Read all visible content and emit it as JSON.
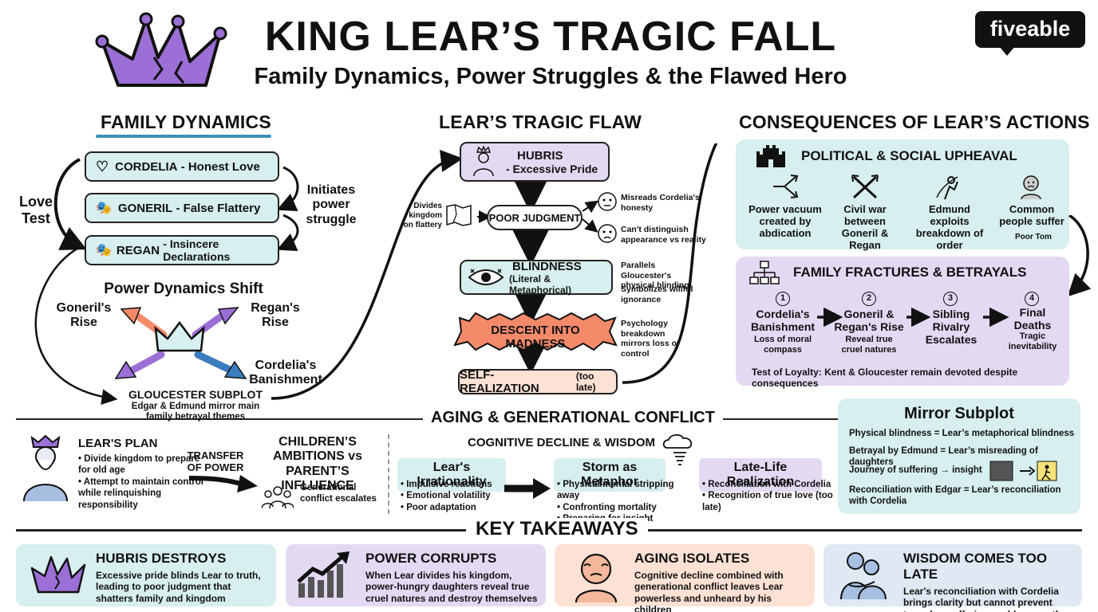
{
  "header": {
    "title": "KING LEAR’S TRAGIC FALL",
    "subtitle": "Family Dynamics, Power Struggles & the Flawed Hero",
    "logo": "fiveable"
  },
  "colors": {
    "teal": "#d7efee",
    "lavender": "#e4d9f3",
    "peach": "#fde1d4",
    "accent_orange": "#f58a6b",
    "accent_purple": "#9b6fd6",
    "accent_blue": "#3a7dbf"
  },
  "family": {
    "title": "FAMILY DYNAMICS",
    "love_test": "Love Test",
    "cordelia_name": "CORDELIA",
    "cordelia_desc": "- Honest Love",
    "goneril_name": "GONERIL",
    "goneril_desc": "- False Flattery",
    "regan_name": "REGAN",
    "regan_desc": "- Insincere Declarations",
    "initiates": "Initiates power struggle",
    "power_title": "Power Dynamics Shift",
    "goneril_rise": "Goneril's Rise",
    "regan_rise": "Regan's Rise",
    "cordelia_ban": "Cordelia's Banishment",
    "gloucester_title": "GLOUCESTER SUBPLOT",
    "gloucester_desc": "Edgar & Edmund mirror main family betrayal themes"
  },
  "flaw": {
    "title": "LEAR’S TRAGIC FLAW",
    "hubris": "HUBRIS",
    "hubris_sub": "- Excessive Pride",
    "poor": "POOR JUDGMENT",
    "divides": "Divides kingdom on flattery",
    "misreads": "Misreads Cordelia's honesty",
    "cant": "Can't distinguish appearance vs reality",
    "blind": "BLINDNESS",
    "blind_sub": "(Literal & Metaphorical)",
    "parallels": "Parallels Gloucester's physical blinding",
    "symbolizes": "Symbolizes willful ignorance",
    "madness": "DESCENT INTO MADNESS",
    "psych": "Psychology breakdown mirrors loss of control",
    "realize": "SELF-REALIZATION",
    "realize_sub": "(too late)"
  },
  "consequences": {
    "title": "CONSEQUENCES OF LEAR’S ACTIONS",
    "political_title": "POLITICAL & SOCIAL UPHEAVAL",
    "items": [
      {
        "label": "Power vacuum created by abdication"
      },
      {
        "label": "Civil war between Goneril & Regan"
      },
      {
        "label": "Edmund exploits breakdown of order"
      },
      {
        "label": "Common people suffer"
      }
    ],
    "poor_tom": "Poor Tom",
    "family_title": "FAMILY FRACTURES & BETRAYALS",
    "steps": [
      {
        "num": "1",
        "title": "Cordelia's Banishment",
        "desc": "Loss of moral compass"
      },
      {
        "num": "2",
        "title": "Goneril & Regan's Rise",
        "desc": "Reveal true cruel natures"
      },
      {
        "num": "3",
        "title": "Sibling Rivalry Escalates",
        "desc": ""
      },
      {
        "num": "4",
        "title": "Final Deaths",
        "desc": "Tragic inevitability"
      }
    ],
    "loyalty": "Test of Loyalty: Kent & Gloucester remain devoted despite consequences"
  },
  "aging": {
    "title": "AGING & GENERATIONAL CONFLICT",
    "plan_title": "LEAR'S PLAN",
    "plan_items": [
      "Divide kingdom to prepare for old age",
      "Attempt to maintain control while relinquishing responsibility"
    ],
    "transfer": "TRANSFER OF POWER",
    "children": "CHILDREN’S AMBITIONS vs PARENT’S INFLUENCE",
    "generational": "Generational conflict escalates",
    "cognitive": "COGNITIVE DECLINE & WISDOM",
    "irr_title": "Lear's Irrationality",
    "irr_items": [
      "Impulsive reactions",
      "Emotional volatility",
      "Poor adaptation"
    ],
    "storm_title": "Storm as Metaphor",
    "storm_items": [
      "Physical/mental stripping away",
      "Confronting mortality",
      "Preparing for insight"
    ],
    "late_title": "Late-Life Realization",
    "late_items": [
      "Reconciliation with Cordelia",
      "Recognition of true love (too late)"
    ]
  },
  "mirror": {
    "title": "Mirror Subplot",
    "l1": "Physical blindness = Lear’s metaphorical blindness",
    "l2": "Betrayal by Edmund = Lear’s misreading of daughters",
    "l3": "Journey of suffering → insight",
    "l4": "Reconciliation with Edgar = Lear’s reconciliation with Cordelia"
  },
  "takeaways": {
    "title": "KEY TAKEAWAYS",
    "cards": [
      {
        "title": "HUBRIS DESTROYS",
        "text": "Excessive pride blinds Lear to truth, leading to poor judgment that shatters family and kingdom"
      },
      {
        "title": "POWER CORRUPTS",
        "text": "When Lear divides his kingdom, power-hungry daughters reveal true cruel natures and destroy themselves"
      },
      {
        "title": "AGING ISOLATES",
        "text": "Cognitive decline combined with generational conflict leaves Lear powerless and unheard by his children"
      },
      {
        "title": "WISDOM COMES TOO LATE",
        "text": "Lear's reconciliation with Cordelia brings clarity but cannot prevent tragedy—suffering enables growth"
      }
    ]
  }
}
